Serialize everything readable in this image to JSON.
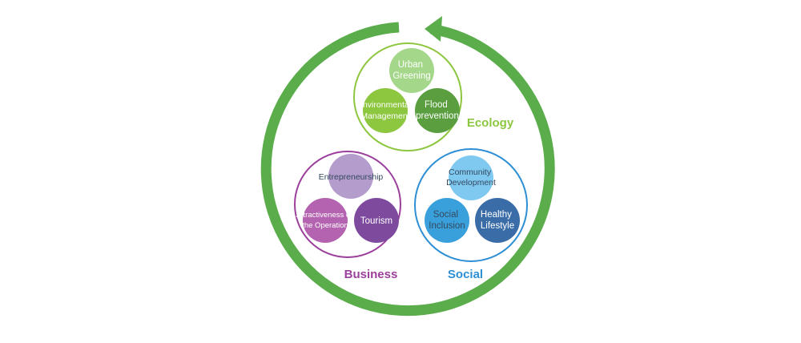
{
  "groups": {
    "ecology": {
      "label": "Ecology",
      "color": "#8dc63f",
      "nodes": [
        {
          "lines": [
            "Urban",
            "Greening"
          ],
          "color": "#a5d78a"
        },
        {
          "lines": [
            "Environmental",
            "Management"
          ],
          "color": "#8dc63f"
        },
        {
          "lines": [
            "Flood",
            "prevention"
          ],
          "color": "#5a9e3f"
        }
      ]
    },
    "business": {
      "label": "Business",
      "color": "#9b3f9c",
      "nodes": [
        {
          "lines": [
            "Entrepreneurship"
          ],
          "color": "#b49ccd"
        },
        {
          "lines": [
            "Attractiveness of",
            "the Operation"
          ],
          "color": "#b363b0"
        },
        {
          "lines": [
            "Tourism"
          ],
          "color": "#7e4a9e"
        }
      ]
    },
    "social": {
      "label": "Social",
      "color": "#2f8fd4",
      "nodes": [
        {
          "lines": [
            "Community",
            "Development"
          ],
          "color": "#7fc8f0"
        },
        {
          "lines": [
            "Social",
            "Inclusion"
          ],
          "color": "#3aa0dc"
        },
        {
          "lines": [
            "Healthy",
            "Lifestyle"
          ],
          "color": "#3a6ca8"
        }
      ]
    }
  },
  "cycle_arrow_color": "#5aad4a"
}
